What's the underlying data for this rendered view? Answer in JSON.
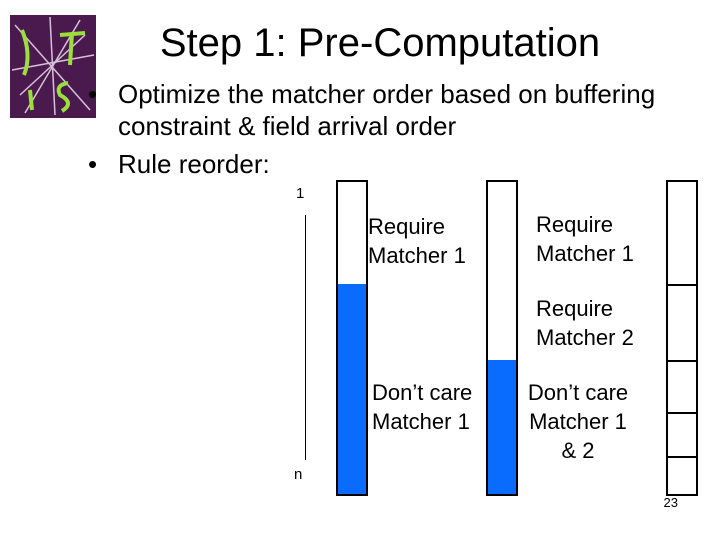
{
  "slide": {
    "title": "Step 1: Pre-Computation",
    "bullets": [
      "Optimize the matcher order based on buffering constraint & field arrival order",
      "Rule reorder:"
    ],
    "bullet_char": "•",
    "page_number": "23"
  },
  "figure": {
    "index_start": "1",
    "index_end": "n",
    "labels": {
      "col1_require": [
        "Require",
        "Matcher 1"
      ],
      "col1_dontcare": [
        "Don’t care",
        "Matcher 1"
      ],
      "col2_require1": [
        "Require",
        "Matcher 1"
      ],
      "col2_require2": [
        "Require",
        "Matcher 2"
      ],
      "col2_dontcare": [
        "Don’t care",
        "Matcher 1",
        "& 2"
      ]
    },
    "fill_color": "#0a6cff"
  }
}
